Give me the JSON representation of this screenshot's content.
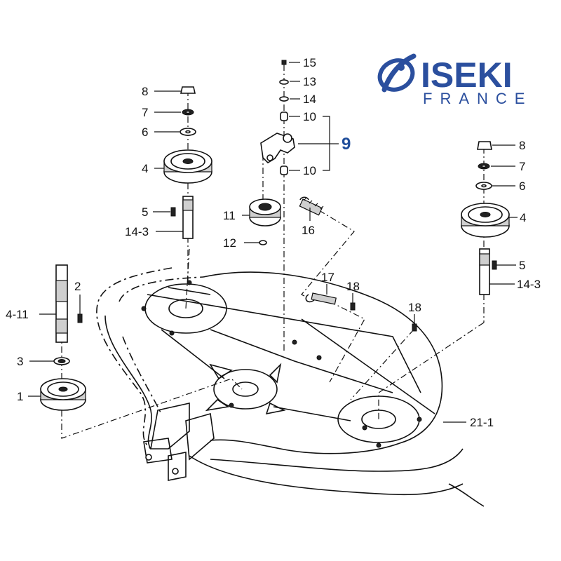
{
  "logo": {
    "brand": "ISEKI",
    "country": "FRANCE",
    "color": "#2b4f9e"
  },
  "diagram": {
    "main_group": "9",
    "labels": {
      "p15": "15",
      "p13": "13",
      "p14": "14",
      "p10_top": "10",
      "p10_bottom": "10",
      "p8_left": "8",
      "p7_left": "7",
      "p6_left": "6",
      "p4_left": "4",
      "p5_left": "5",
      "p14_3_left": "14-3",
      "p11": "11",
      "p16": "16",
      "p12": "12",
      "p8_right": "8",
      "p7_right": "7",
      "p6_right": "6",
      "p4_right": "4",
      "p5_right": "5",
      "p14_3_right": "14-3",
      "p2": "2",
      "p4_11": "4-11",
      "p3": "3",
      "p1": "1",
      "p17": "17",
      "p18_left": "18",
      "p18_right": "18",
      "p21_1": "21-1"
    }
  }
}
